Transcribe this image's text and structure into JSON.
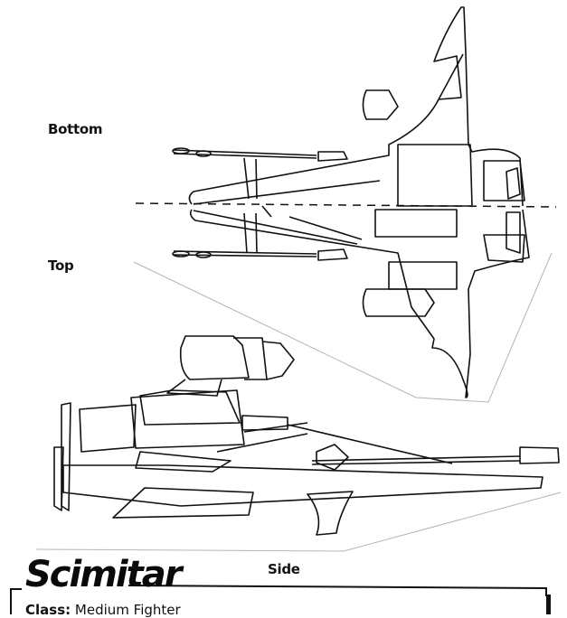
{
  "view_labels": {
    "bottom": "Bottom",
    "top": "Top",
    "side": "Side"
  },
  "ship": {
    "name": "Scimitar",
    "class_label": "Class:",
    "class_value": "Medium Fighter"
  },
  "colors": {
    "ink": "#111111",
    "background": "#ffffff",
    "guide_line": "#b0b0b0"
  }
}
